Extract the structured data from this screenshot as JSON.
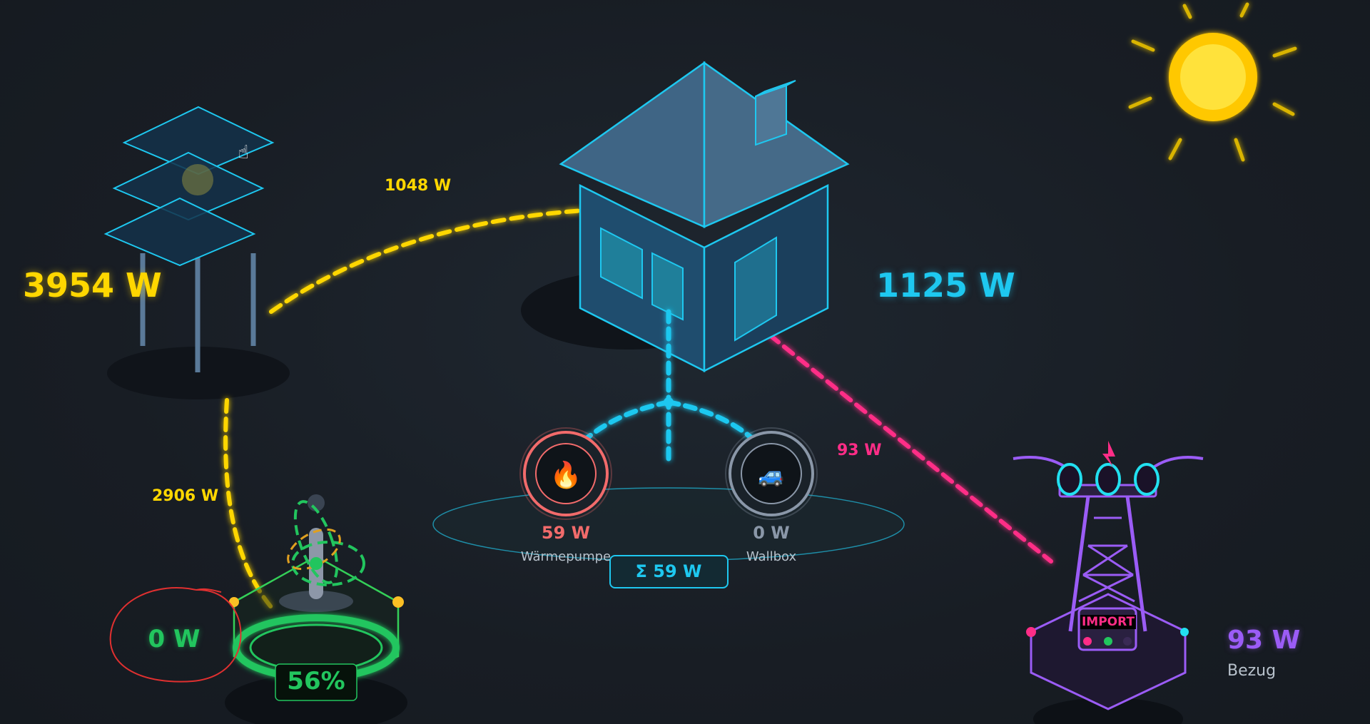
{
  "solar": {
    "power": "3954 W",
    "color": "#ffd700"
  },
  "flows": {
    "solar_to_house": "1048 W",
    "solar_to_battery": "2906 W",
    "grid_to_house": "93 W"
  },
  "house": {
    "power": "1125 W",
    "color": "#1ec8f0"
  },
  "consumers": [
    {
      "name": "Wärmepumpe",
      "power": "59 W",
      "icon": "fire-icon",
      "color": "#f26b6b"
    },
    {
      "name": "Wallbox",
      "power": "0 W",
      "icon": "car-icon",
      "color": "#8a97a8"
    }
  ],
  "consumers_total": "Σ 59 W",
  "battery": {
    "power": "0 W",
    "soc": "56%",
    "soc_value": 56,
    "color": "#22c55e"
  },
  "grid": {
    "power": "93 W",
    "label": "Bezug",
    "status": "IMPORT",
    "color": "#9b5cf6"
  },
  "colors": {
    "grid_flow": "#ff2d87",
    "annotation": "#e03030"
  }
}
